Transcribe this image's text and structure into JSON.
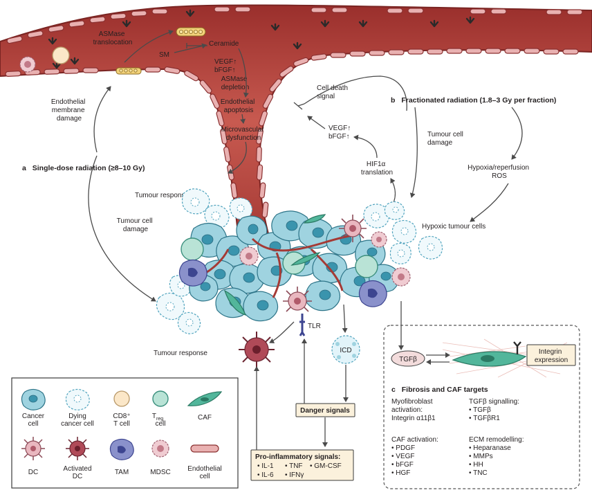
{
  "top": {
    "asmase_translocation": [
      "ASMase",
      "translocation"
    ],
    "sm": "SM",
    "ceramide": "Ceramide",
    "vegf_bfgf_top": [
      "VEGF↑",
      "bFGF↑"
    ],
    "asmase_depletion": [
      "ASMase",
      "depletion"
    ],
    "endothelial_apoptosis": [
      "Endothelial",
      "apoptosis"
    ],
    "microvascular_dysfunction": [
      "Microvascular",
      "dysfunction"
    ],
    "endothelial_membrane_damage": [
      "Endothelial",
      "membrane",
      "damage"
    ],
    "tumour_response_top": "Tumour response",
    "cell_death_signal": [
      "Cell death",
      "signal"
    ],
    "vegf_bfgf_mid": [
      "VEGF↑",
      "bFGF↑"
    ],
    "hif_translation": [
      "HIF1α",
      "translation"
    ]
  },
  "section_a": {
    "letter": "a",
    "title": "Single-dose radiation (≥8–10 Gy)",
    "tumour_cell_damage": [
      "Tumour cell",
      "damage"
    ],
    "tumour_response": "Tumour response"
  },
  "section_b": {
    "letter": "b",
    "title": "Fractionated radiation (1.8–3 Gy per fraction)",
    "tumour_cell_damage": [
      "Tumour cell",
      "damage"
    ],
    "hypoxia": [
      "Hypoxia/reperfusion",
      "ROS"
    ],
    "hypoxic_cells": "Hypoxic tumour cells"
  },
  "immune": {
    "tlr": "TLR",
    "icd": "ICD",
    "danger_signals": "Danger signals",
    "pro_inflammatory_title": "Pro-inflammatory signals:",
    "pro_inflammatory_items": [
      "• IL-1",
      "• IL-6",
      "• TNF",
      "• IFNγ",
      "• GM-CSF"
    ]
  },
  "section_c": {
    "letter": "c",
    "title": "Fibrosis and CAF targets",
    "tgfb": "TGFβ",
    "integrin": [
      "Integrin",
      "expression"
    ],
    "myofibroblast": [
      "Myofibroblast",
      "activation:",
      "Integrin α11β1"
    ],
    "tgfb_signalling": [
      "TGFβ signalling:",
      "• TGFβ",
      "• TGFβR1"
    ],
    "caf_activation": [
      "CAF activation:",
      "• PDGF",
      "• VEGF",
      "• bFGF",
      "• HGF"
    ],
    "ecm_remodelling": [
      "ECM remodelling:",
      "• Heparanase",
      "• MMPs",
      "• HH",
      "• TNC"
    ]
  },
  "legend": {
    "cancer_cell": [
      "Cancer",
      "cell"
    ],
    "dying_cancer_cell": [
      "Dying",
      "cancer cell"
    ],
    "cd8_t_cell": [
      "CD8⁺",
      "T cell"
    ],
    "treg_cell": [
      "T",
      "reg",
      "cell"
    ],
    "caf": "CAF",
    "dc": "DC",
    "activated_dc": [
      "Activated",
      "DC"
    ],
    "tam": "TAM",
    "mdsc": "MDSC",
    "endothelial_cell": [
      "Endothelial",
      "cell"
    ]
  },
  "colors": {
    "vessel": "#b5453f",
    "vessel_light": "#d3766c",
    "cancer_cell": "#9fd3e0",
    "caf": "#52b69b",
    "activated_dc": "#b04a58",
    "tam": "#8a91cb"
  }
}
